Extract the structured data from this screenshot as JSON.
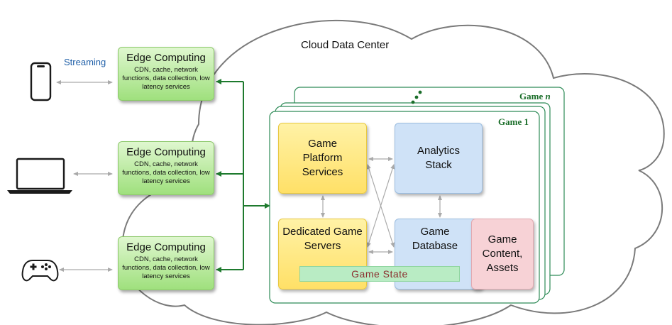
{
  "cloud": {
    "title": "Cloud Data Center"
  },
  "streaming_label": "Streaming",
  "edge_boxes": [
    {
      "title": "Edge Computing",
      "desc": "CDN, cache, network functions, data collection, low latency services"
    },
    {
      "title": "Edge Computing",
      "desc": "CDN, cache, network functions, data collection, low latency services"
    },
    {
      "title": "Edge Computing",
      "desc": "CDN, cache, network functions, data collection, low latency services"
    }
  ],
  "devices": [
    "phone-icon",
    "laptop-icon",
    "gamepad-icon"
  ],
  "game_stack": {
    "game_n_prefix": "Game ",
    "game_n_suffix": "n",
    "game_1_label": "Game 1"
  },
  "services": {
    "platform": "Game Platform Services",
    "analytics": "Analytics Stack",
    "dedicated": "Dedicated Game Servers",
    "database": "Game Database",
    "content": "Game Content, Assets",
    "game_state": "Game State"
  },
  "colors": {
    "edge_green": "#9fe07d",
    "connector_green": "#1e7a2e",
    "panel_border": "#2e8b57",
    "game_label": "#1b6e2a",
    "yellow": "#ffe067",
    "blue": "#cfe2f7",
    "pink": "#f7d2d6",
    "game_state_bar": "#b9ecc4",
    "game_state_text": "#8b2f2f",
    "streaming_text": "#1f5fa8"
  }
}
